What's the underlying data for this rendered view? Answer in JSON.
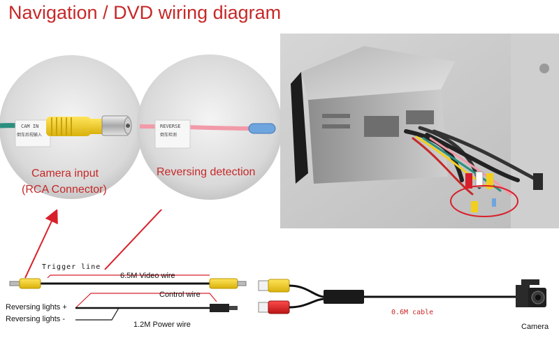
{
  "title": "Navigation / DVD wiring diagram",
  "callouts": {
    "camera_input": "Camera input",
    "rca_connector": "(RCA Connector)",
    "reversing_detection": "Reversing detection"
  },
  "tags": {
    "cam_in": "CAM IN",
    "cam_in_cn": "倒车后视输入",
    "reverse": "REVERSE",
    "reverse_cn": "倒车检测"
  },
  "cable_labels": {
    "trigger_line": "Trigger line",
    "video_wire": "6.5M Video wire",
    "control_wire": "Control wire",
    "reversing_lights_plus": "Reversing lights +",
    "reversing_lights_minus": "Reversing lights -",
    "power_wire": "1.2M Power wire",
    "camera_cable": "0.6M cable",
    "camera": "Camera"
  },
  "colors": {
    "accent_red": "#c62828",
    "rca_yellow": "#f2cf1d",
    "wire_teal": "#2a8f7e",
    "wire_pink": "#f29aa8",
    "connector_red": "#d8202a"
  }
}
